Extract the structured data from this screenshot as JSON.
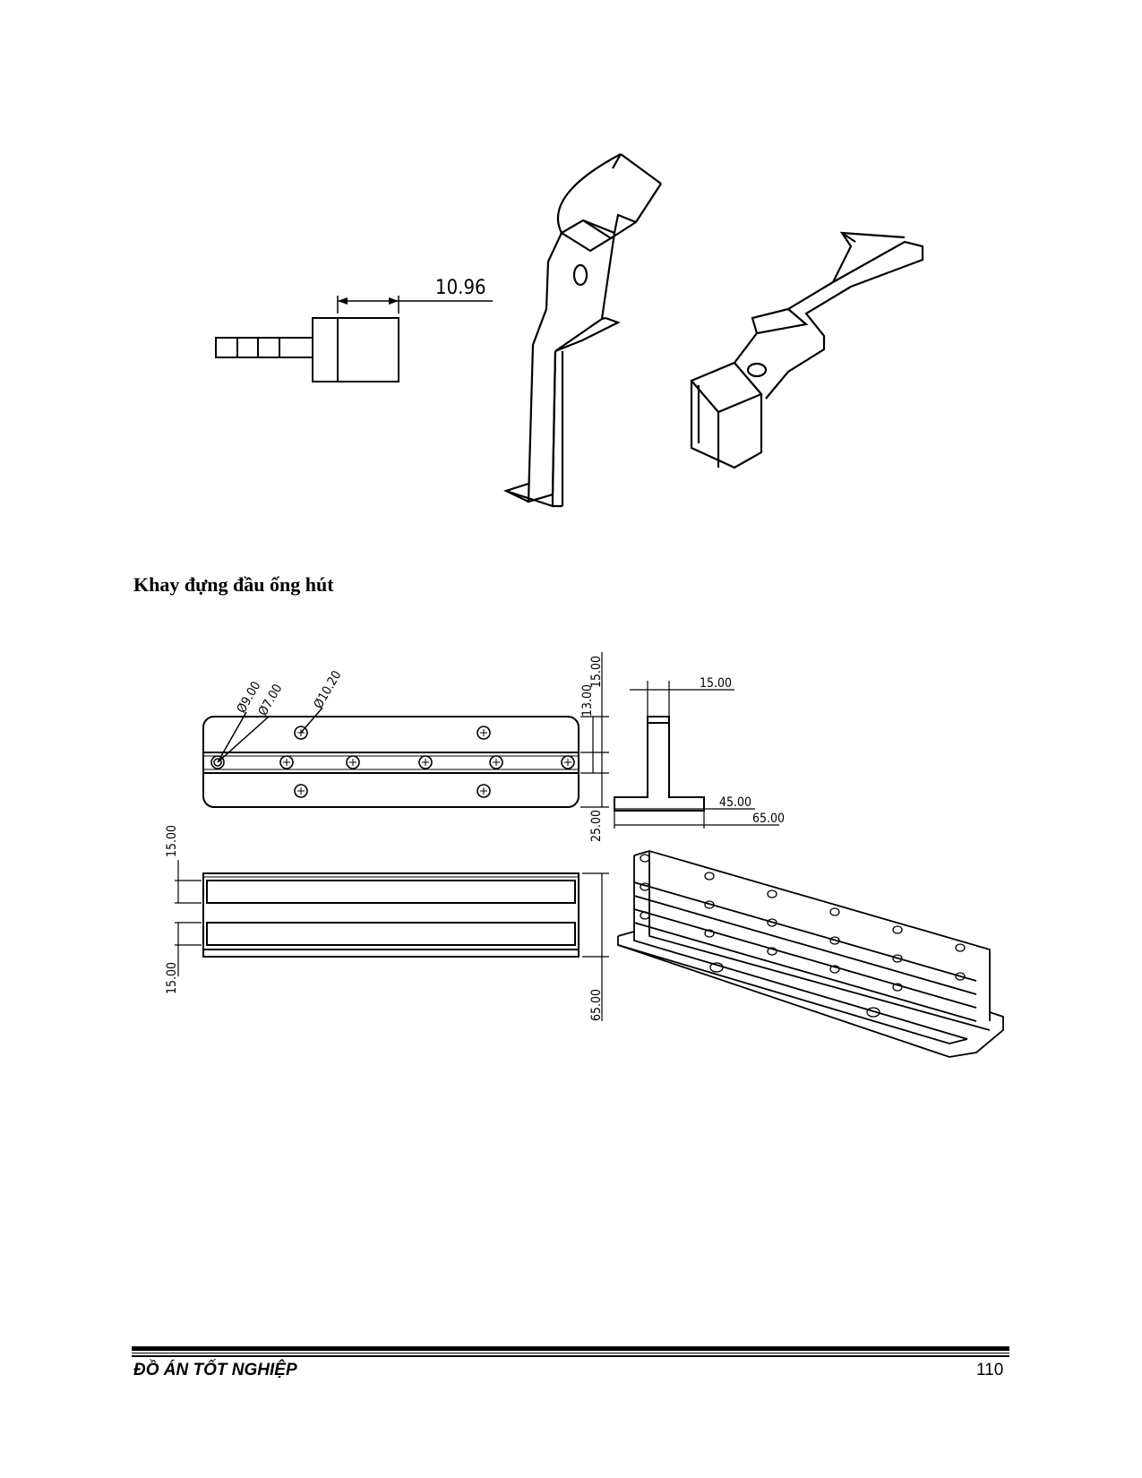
{
  "section_heading": "Khay đựng đầu ống hút",
  "footer": {
    "title": "ĐỒ ÁN TỐT NGHIỆP",
    "page_number": "110"
  },
  "top_drawing": {
    "dim_width": "10.96"
  },
  "tray_drawing": {
    "hole_diameters": [
      "Ø9.00",
      "Ø7.00",
      "Ø10.20"
    ],
    "front_dims": [
      "15.00",
      "13.00",
      "25.00"
    ],
    "side_dims": [
      "15.00",
      "45.00",
      "65.00"
    ],
    "top_dims": [
      "15.00",
      "15.00",
      "65.00"
    ]
  }
}
